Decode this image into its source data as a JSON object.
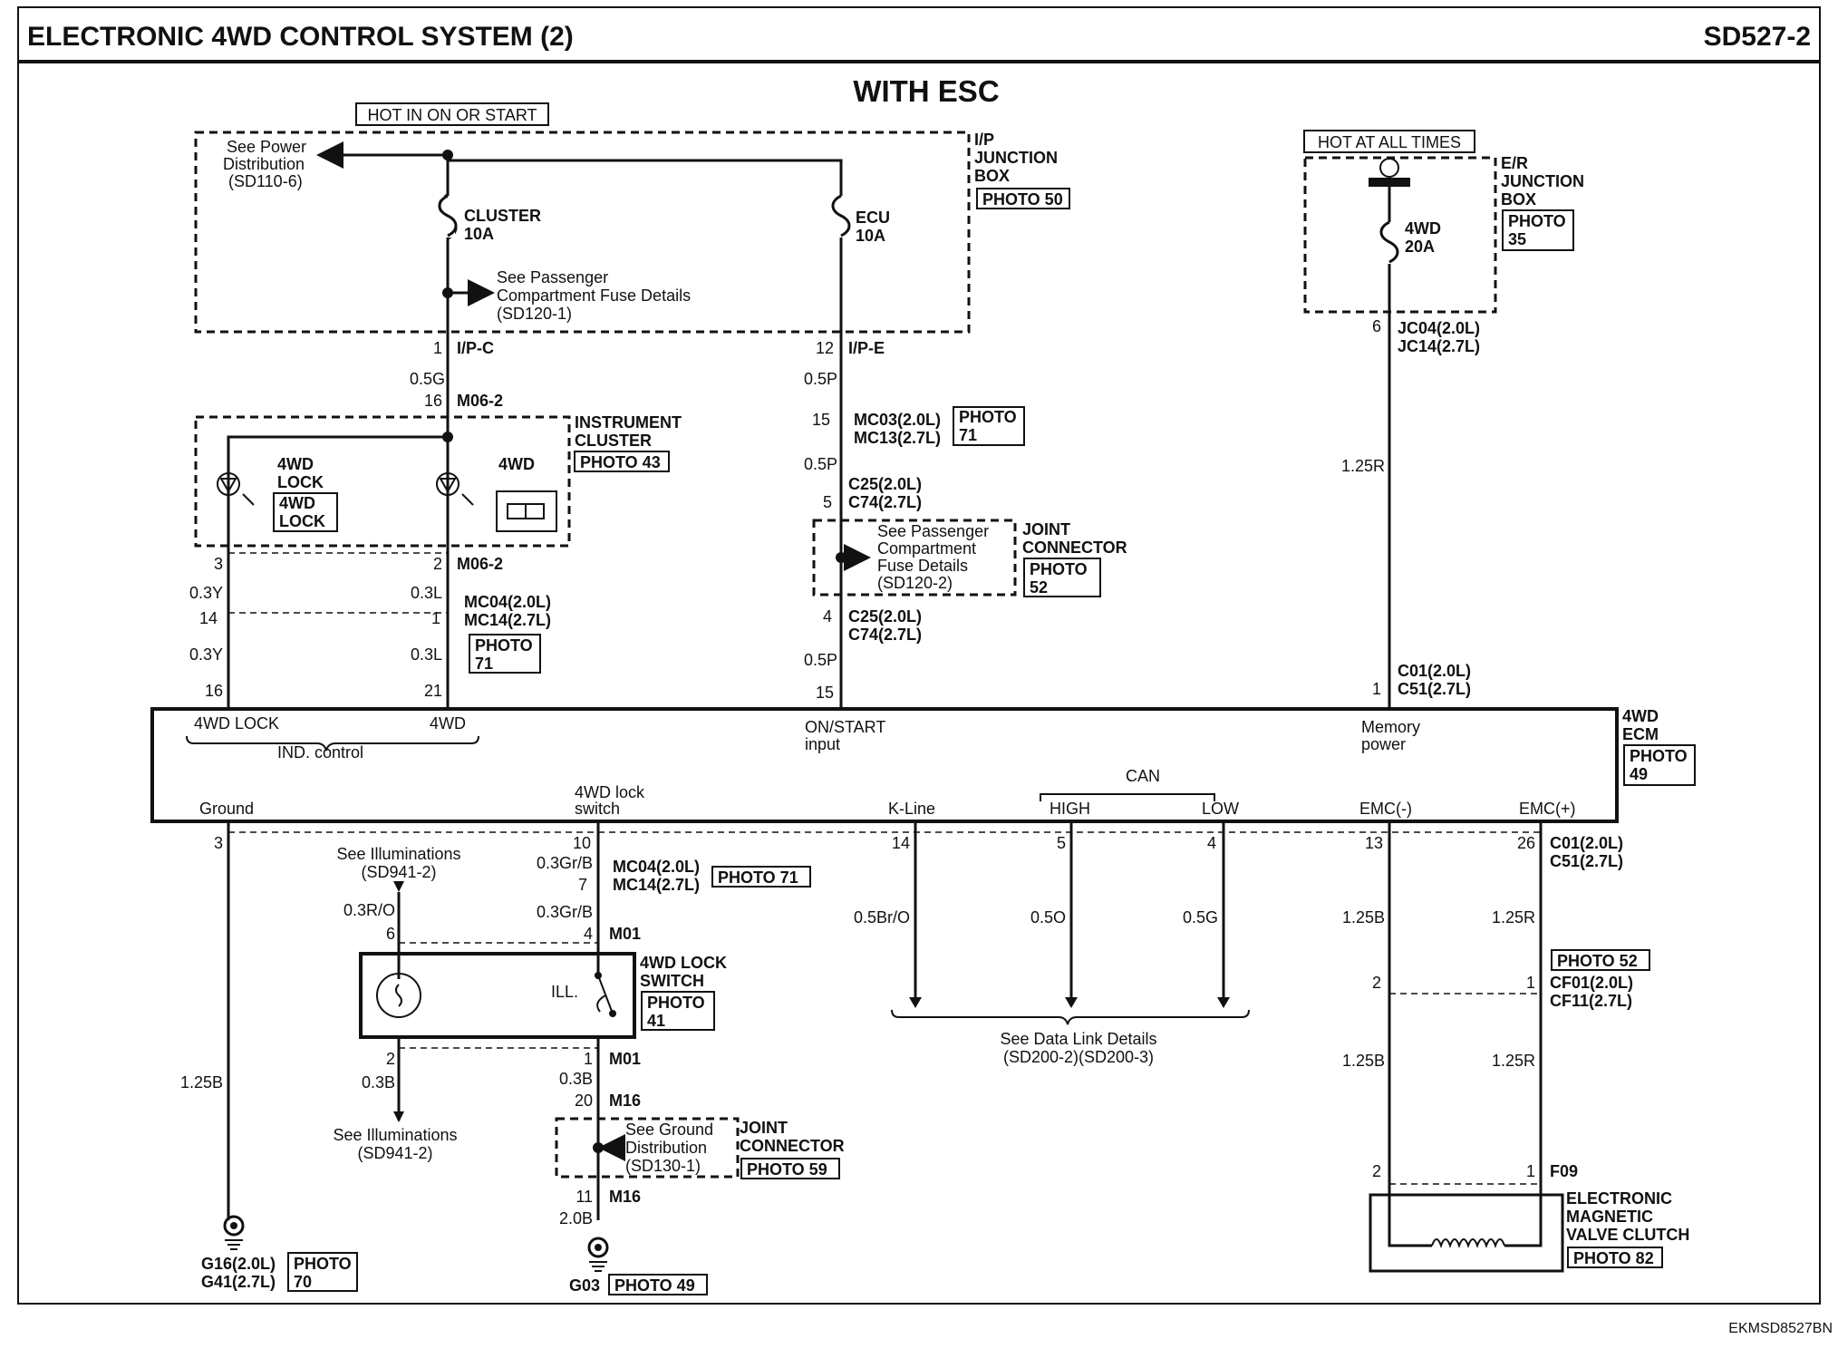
{
  "header": {
    "title": "ELECTRONIC 4WD CONTROL SYSTEM (2)",
    "code": "SD527-2",
    "subtitle": "WITH ESC",
    "footer_code": "EKMSD8527BN"
  },
  "power": {
    "hot_on_start": "HOT IN ON OR START",
    "hot_all_times": "HOT AT ALL TIMES",
    "see_power_1": "See Power",
    "see_power_2": "Distribution",
    "see_power_3": "(SD110-6)",
    "cluster_fuse": "CLUSTER",
    "cluster_amp": "10A",
    "ecu_fuse": "ECU",
    "ecu_amp": "10A",
    "pass_fuse_1": "See Passenger",
    "pass_fuse_2": "Compartment Fuse Details",
    "pass_fuse_3": "(SD120-1)",
    "ip_jb_1": "I/P",
    "ip_jb_2": "JUNCTION",
    "ip_jb_3": "BOX",
    "ip_jb_photo": "PHOTO 50",
    "er_jb_1": "E/R",
    "er_jb_2": "JUNCTION",
    "er_jb_3": "BOX",
    "er_jb_photo_1": "PHOTO",
    "er_jb_photo_2": "35",
    "fwd_fuse": "4WD",
    "fwd_amp": "20A"
  },
  "connectors": {
    "ipc_pin": "1",
    "ipc": "I/P-C",
    "ipe_pin": "12",
    "ipe": "I/P-E",
    "jc_pin": "6",
    "jc04": "JC04",
    "jc04_eng": "(2.0L)",
    "jc14": "JC14",
    "jc14_eng": "(2.7L)",
    "m062_pin_top": "16",
    "m062": "M06-2",
    "m062_pin_b1": "3",
    "m062_pin_b2": "2",
    "mc03_pin": "15",
    "mc03": "MC03",
    "mc03_eng": "(2.0L)",
    "mc13": "MC13",
    "mc13_eng": "(2.7L)",
    "photo71_a_1": "PHOTO",
    "photo71_a_2": "71",
    "c25_pin_top": "5",
    "c25": "C25",
    "c25_eng": "(2.0L)",
    "c74": "C74",
    "c74_eng": "(2.7L)",
    "c25_pin_bot": "4",
    "mc04_pin_a": "14",
    "mc04_pin_b": "1",
    "mc04": "MC04",
    "mc04_eng": "(2.0L)",
    "mc14": "MC14",
    "mc14_eng": "(2.7L)",
    "photo71_b_1": "PHOTO",
    "photo71_b_2": "71",
    "c01_pin_top": "1",
    "c01": "C01",
    "c01_eng": "(2.0L)",
    "c51": "C51",
    "c51_eng": "(2.7L)",
    "ecm_pin_16": "16",
    "ecm_pin_21": "21",
    "ecm_pin_15": "15",
    "ecm_pin_3": "3",
    "ecm_pin_10": "10",
    "ecm_pin_14": "14",
    "ecm_pin_5": "5",
    "ecm_pin_4": "4",
    "ecm_pin_13": "13",
    "ecm_pin_26": "26",
    "mc04b_pin": "7",
    "photo71_c": "PHOTO 71",
    "m01_pin_6": "6",
    "m01_pin_4": "4",
    "m01": "M01",
    "m01_pin_2": "2",
    "m01_pin_1": "1",
    "m01b": "M01",
    "m16_pin_20": "20",
    "m16": "M16",
    "m16_pin_11": "11",
    "m16b": "M16",
    "cf_pin_2": "2",
    "cf_pin_1": "1",
    "cf01": "CF01",
    "cf01_eng": "(2.0L)",
    "cf11": "CF11",
    "cf11_eng": "(2.7L)",
    "photo52_b": "PHOTO 52",
    "f09_pin_2": "2",
    "f09_pin_1": "1",
    "f09": "F09"
  },
  "cluster": {
    "label_1": "INSTRUMENT",
    "label_2": "CLUSTER",
    "photo": "PHOTO 43",
    "lock_label_1": "4WD",
    "lock_label_2": "LOCK",
    "lock_ind_1": "4WD",
    "lock_ind_2": "LOCK",
    "fwd_label": "4WD"
  },
  "joint1": {
    "see_1": "See Passenger",
    "see_2": "Compartment",
    "see_3": "Fuse Details",
    "see_4": "(SD120-2)",
    "label_1": "JOINT",
    "label_2": "CONNECTOR",
    "photo_1": "PHOTO",
    "photo_2": "52"
  },
  "ecm": {
    "name_1": "4WD",
    "name_2": "ECM",
    "photo_1": "PHOTO",
    "photo_2": "49",
    "fwd_lock": "4WD LOCK",
    "fwd": "4WD",
    "ind_control": "IND. control",
    "on_start_1": "ON/START",
    "on_start_2": "input",
    "memory_1": "Memory",
    "memory_2": "power",
    "ground": "Ground",
    "lock_sw_1": "4WD lock",
    "lock_sw_2": "switch",
    "kline": "K-Line",
    "can": "CAN",
    "high": "HIGH",
    "low": "LOW",
    "emc_minus": "EMC(-)",
    "emc_plus": "EMC(+)"
  },
  "wires": {
    "w05g": "0.5G",
    "w05p_1": "0.5P",
    "w05p_2": "0.5P",
    "w05p_3": "0.5P",
    "w03y_1": "0.3Y",
    "w03y_2": "0.3Y",
    "w03l_1": "0.3L",
    "w03l_2": "0.3L",
    "w125r_top": "1.25R",
    "w125b_gnd": "1.25B",
    "w03grb_1": "0.3Gr/B",
    "w03grb_2": "0.3Gr/B",
    "w03ro": "0.3R/O",
    "w03b_1": "0.3B",
    "w03b_2": "0.3B",
    "w20b": "2.0B",
    "w05bro": "0.5Br/O",
    "w05o": "0.5O",
    "w05g_can": "0.5G",
    "w125b_1": "1.25B",
    "w125b_2": "1.25B",
    "w125r_1": "1.25R",
    "w125r_2": "1.25R"
  },
  "switch": {
    "label_1": "4WD LOCK",
    "label_2": "SWITCH",
    "photo_1": "PHOTO",
    "photo_2": "41",
    "ill": "ILL.",
    "see_illum_top_1": "See Illuminations",
    "see_illum_top_2": "(SD941-2)",
    "see_illum_bot_1": "See Illuminations",
    "see_illum_bot_2": "(SD941-2)"
  },
  "joint2": {
    "see_1": "See Ground",
    "see_2": "Distribution",
    "see_3": "(SD130-1)",
    "label_1": "JOINT",
    "label_2": "CONNECTOR",
    "photo": "PHOTO 59"
  },
  "grounds": {
    "g16": "G16",
    "g16_eng": "(2.0L)",
    "g41": "G41",
    "g41_eng": "(2.7L)",
    "photo70_1": "PHOTO",
    "photo70_2": "70",
    "g03": "G03",
    "photo49": "PHOTO 49"
  },
  "datalink": {
    "see_1": "See Data Link Details",
    "see_2": "(SD200-2)(SD200-3)"
  },
  "clutch": {
    "label_1": "ELECTRONIC",
    "label_2": "MAGNETIC",
    "label_3": "VALVE CLUTCH",
    "photo": "PHOTO 82"
  }
}
